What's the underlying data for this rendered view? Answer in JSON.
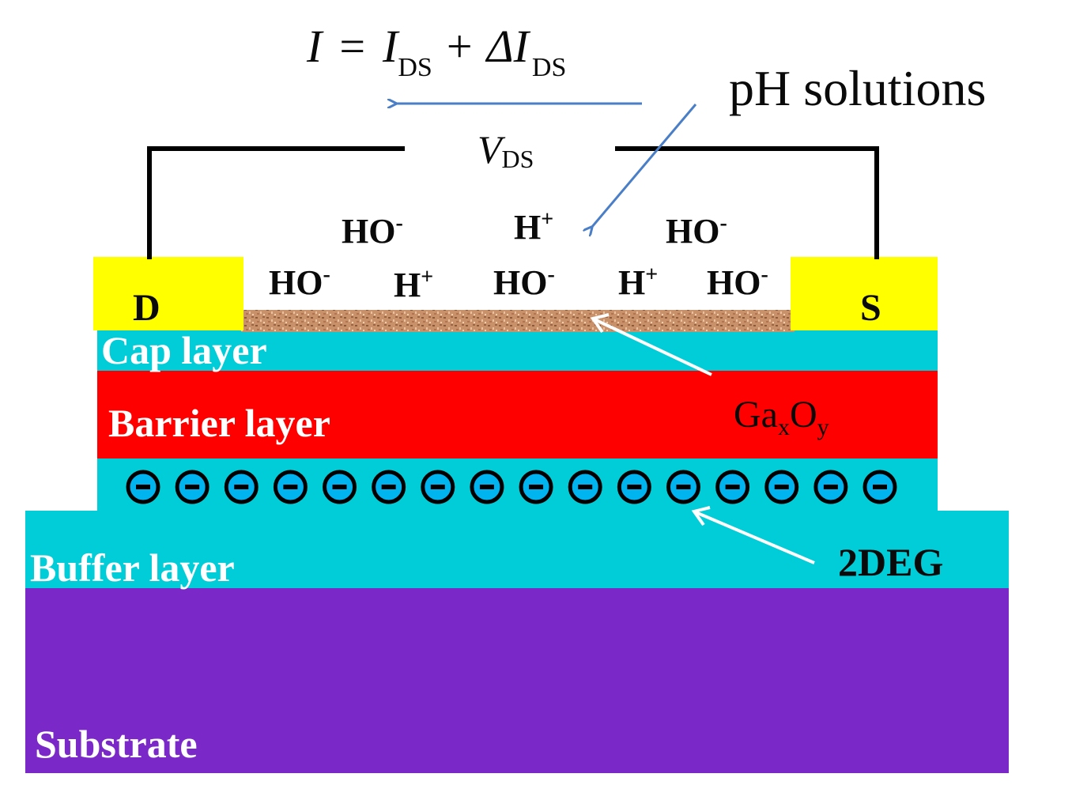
{
  "equation": {
    "I": "I",
    "eq": "=",
    "I_ds": "I",
    "ds_sub": "DS",
    "plus": "+",
    "delta_I": "ΔI",
    "delta_sub": "DS"
  },
  "vds": {
    "V": "V",
    "sub": "DS"
  },
  "ph_label": "pH solutions",
  "contacts": {
    "drain": "D",
    "source": "S"
  },
  "ions": {
    "hydroxide": "HO",
    "hydroxide_charge": "-",
    "proton": "H",
    "proton_charge": "+"
  },
  "layers": {
    "cap": "Cap layer",
    "barrier": "Barrier layer",
    "buffer": "Buffer layer",
    "substrate": "Substrate"
  },
  "oxide": {
    "base1": "Ga",
    "sub1": "x",
    "base2": "O",
    "sub2": "y"
  },
  "twodeg": "2DEG",
  "electron_symbol": "−",
  "colors": {
    "contact": "#ffff00",
    "cap": "#00cdd7",
    "barrier": "#ff0000",
    "buffer": "#00cdd7",
    "substrate": "#7b28c8",
    "oxide": "#c58a5e",
    "electron_fill": "#00b4f0",
    "arrow_blue": "#4a7fc8",
    "wire": "#000000"
  },
  "electron_count": 16
}
